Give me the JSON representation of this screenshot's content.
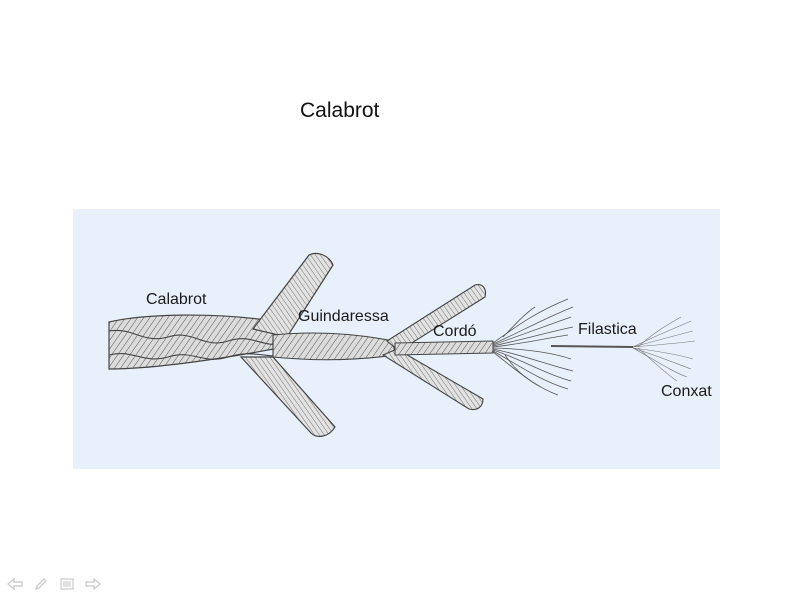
{
  "slide": {
    "title": "Calabrot"
  },
  "diagram": {
    "labels": {
      "calabrot": "Calabrot",
      "guindaressa": "Guindaressa",
      "cordo": "Cordó",
      "filastica": "Filastica",
      "conxat": "Conxat"
    },
    "background_color": "#e8f0fb",
    "rope_color": "#d9d9d9",
    "stroke_color": "#4a4a4a"
  },
  "nav": {
    "icons": [
      "previous-icon",
      "pen-icon",
      "menu-icon",
      "next-icon"
    ]
  }
}
